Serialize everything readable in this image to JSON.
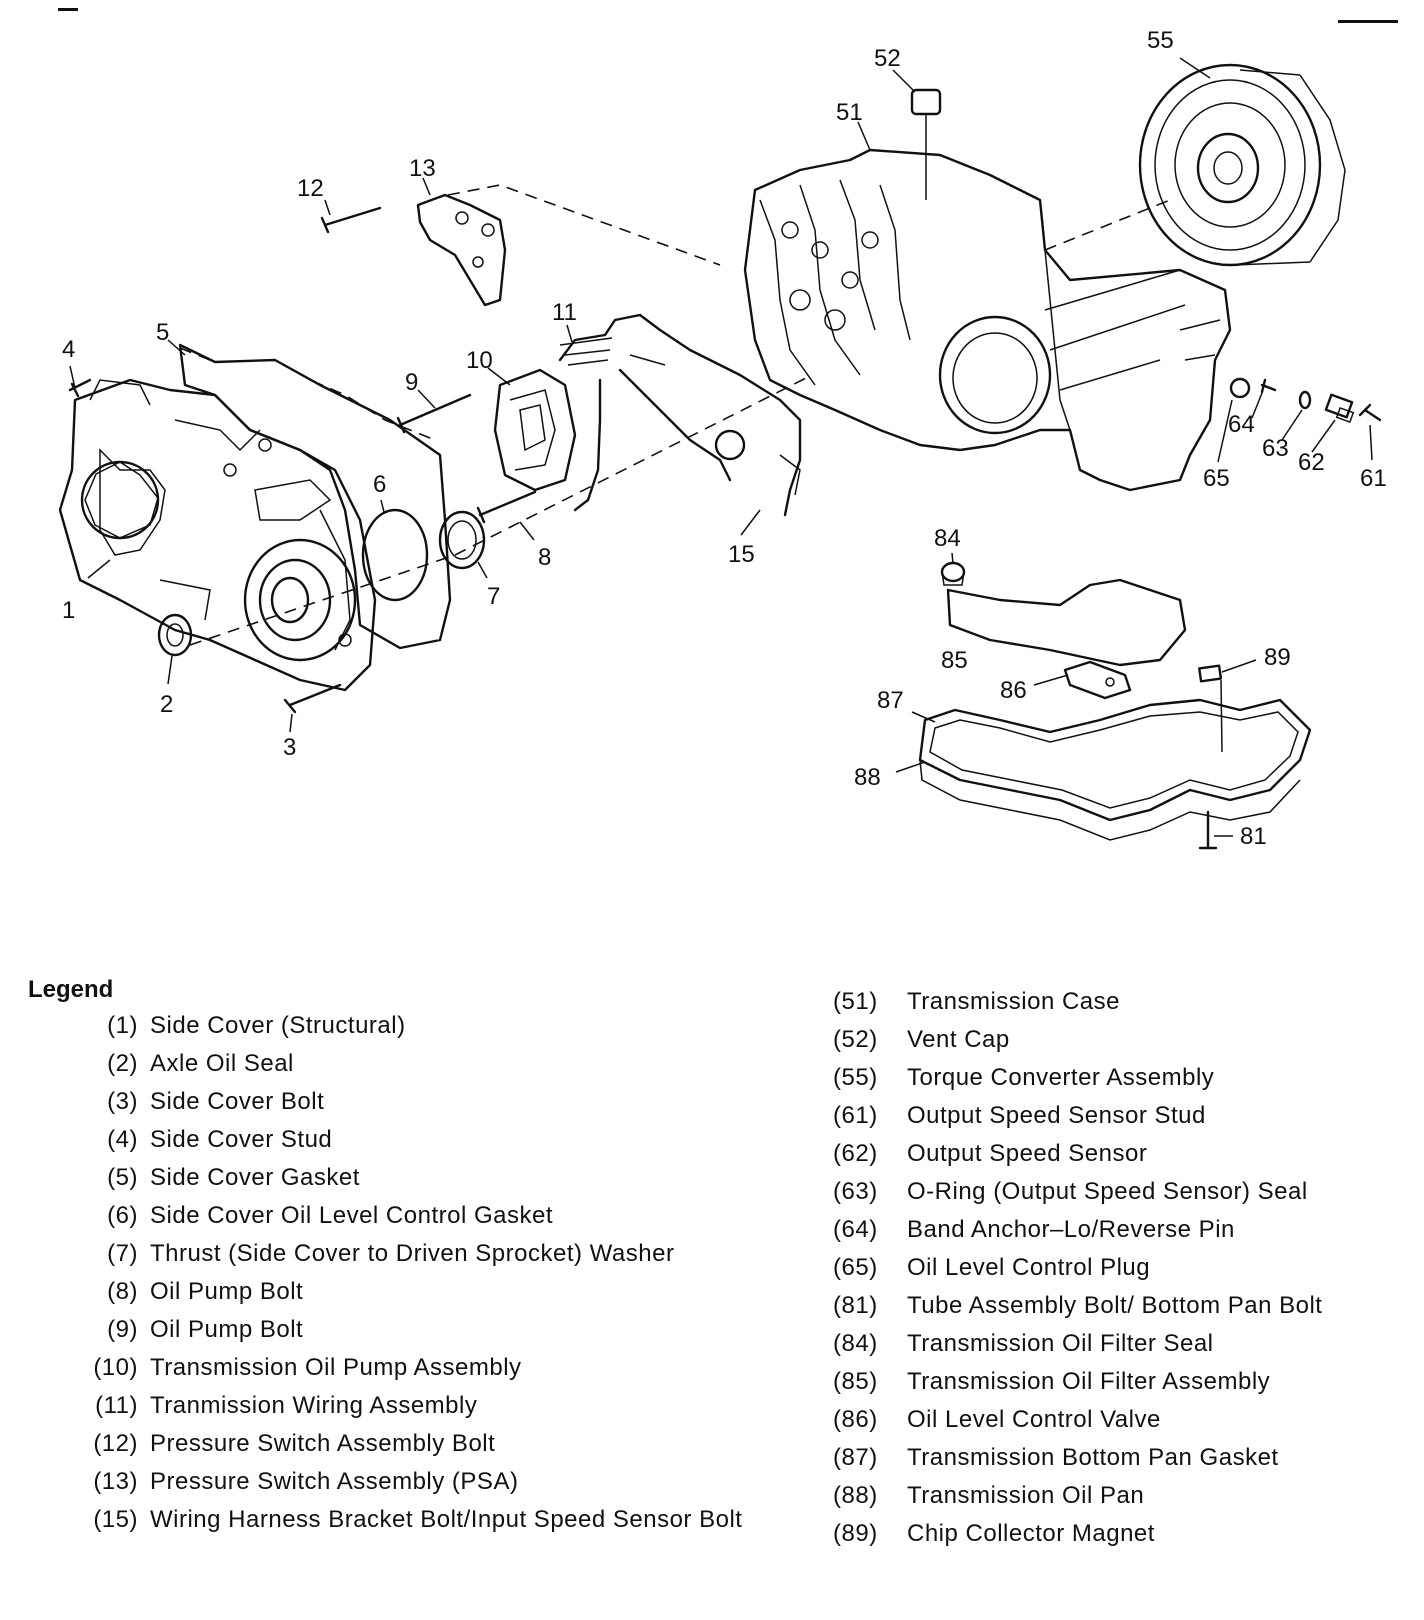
{
  "callouts": {
    "c1": "1",
    "c2": "2",
    "c3": "3",
    "c4": "4",
    "c5": "5",
    "c6": "6",
    "c7": "7",
    "c8": "8",
    "c9": "9",
    "c10": "10",
    "c11": "11",
    "c12": "12",
    "c13": "13",
    "c15": "15",
    "c51": "51",
    "c52": "52",
    "c55": "55",
    "c61": "61",
    "c62": "62",
    "c63": "63",
    "c64": "64",
    "c65": "65",
    "c81": "81",
    "c84": "84",
    "c85": "85",
    "c86": "86",
    "c87": "87",
    "c88": "88",
    "c89": "89"
  },
  "legend": {
    "title": "Legend",
    "left": [
      {
        "num": "(1)",
        "label": "Side Cover (Structural)"
      },
      {
        "num": "(2)",
        "label": "Axle Oil Seal"
      },
      {
        "num": "(3)",
        "label": "Side Cover Bolt"
      },
      {
        "num": "(4)",
        "label": "Side Cover Stud"
      },
      {
        "num": "(5)",
        "label": "Side Cover Gasket"
      },
      {
        "num": "(6)",
        "label": "Side Cover Oil Level Control Gasket"
      },
      {
        "num": "(7)",
        "label": "Thrust (Side Cover to Driven Sprocket) Washer"
      },
      {
        "num": "(8)",
        "label": "Oil Pump Bolt"
      },
      {
        "num": "(9)",
        "label": "Oil Pump Bolt"
      },
      {
        "num": "(10)",
        "label": "Transmission Oil Pump Assembly"
      },
      {
        "num": "(11)",
        "label": "Tranmission Wiring Assembly"
      },
      {
        "num": "(12)",
        "label": "Pressure Switch Assembly Bolt"
      },
      {
        "num": "(13)",
        "label": "Pressure Switch Assembly (PSA)"
      },
      {
        "num": "(15)",
        "label": "Wiring Harness Bracket Bolt/Input Speed Sensor Bolt"
      }
    ],
    "right": [
      {
        "num": "(51)",
        "label": "Transmission Case"
      },
      {
        "num": "(52)",
        "label": "Vent Cap"
      },
      {
        "num": "(55)",
        "label": "Torque Converter Assembly"
      },
      {
        "num": "(61)",
        "label": "Output Speed Sensor Stud"
      },
      {
        "num": "(62)",
        "label": "Output Speed Sensor"
      },
      {
        "num": "(63)",
        "label": "O-Ring (Output Speed Sensor) Seal"
      },
      {
        "num": "(64)",
        "label": "Band Anchor–Lo/Reverse Pin"
      },
      {
        "num": "(65)",
        "label": "Oil Level Control Plug"
      },
      {
        "num": "(81)",
        "label": "Tube Assembly Bolt/ Bottom Pan Bolt"
      },
      {
        "num": "(84)",
        "label": "Transmission Oil Filter Seal"
      },
      {
        "num": "(85)",
        "label": "Transmission Oil Filter Assembly"
      },
      {
        "num": "(86)",
        "label": "Oil Level Control Valve"
      },
      {
        "num": "(87)",
        "label": "Transmission Bottom Pan Gasket"
      },
      {
        "num": "(88)",
        "label": "Transmission Oil Pan"
      },
      {
        "num": "(89)",
        "label": "Chip Collector Magnet"
      }
    ]
  }
}
